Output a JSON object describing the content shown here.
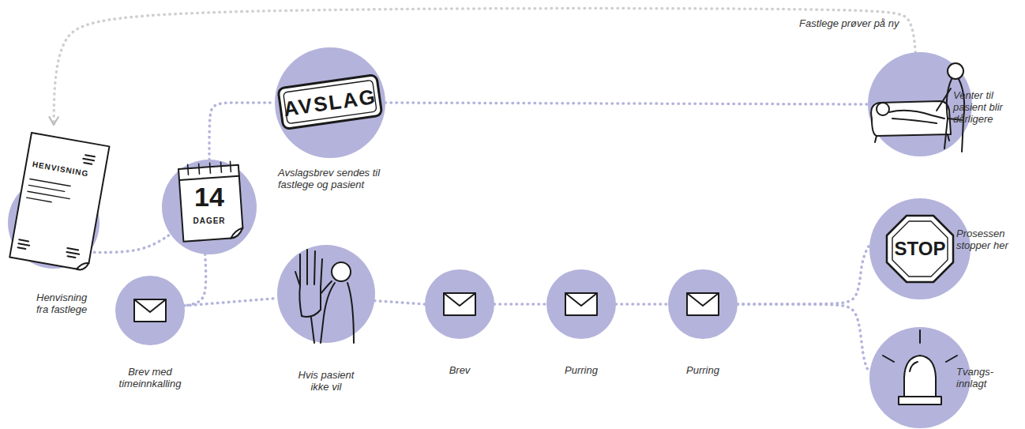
{
  "diagram": {
    "nodes": [
      {
        "text": [
          "HENVISNING",
          "Henvisning fra fastlege"
        ]
      },
      {
        "text": [
          "14",
          "DAGER"
        ]
      },
      {
        "text": [
          "AVSLAG",
          "Avslagsbrev sendes til fastlege og pasient"
        ]
      },
      {
        "text": [
          "Venter til pasient blir dårligere"
        ]
      },
      {
        "text": [
          "Brev med timeinnkalling"
        ]
      },
      {
        "text": [
          "Hvis pasient ikke vil"
        ]
      },
      {
        "text": [
          "Brev"
        ]
      },
      {
        "text": [
          "Purring"
        ]
      },
      {
        "text": [
          "Purring"
        ]
      },
      {
        "text": [
          "STOP",
          "Prosessen stopper her"
        ]
      },
      {
        "text": [
          "Tvangs- innlagt"
        ]
      }
    ],
    "edges": [
      {
        "from": 0,
        "to": 1,
        "arrow": "none"
      },
      {
        "from": 1,
        "to": 2,
        "arrow": "none"
      },
      {
        "from": 2,
        "to": 3,
        "arrow": "none"
      },
      {
        "from": 3,
        "to": 0,
        "label": "Fastlege prøver på ny",
        "arrow": "to"
      },
      {
        "from": 1,
        "to": 4,
        "arrow": "none"
      },
      {
        "from": 4,
        "to": 5,
        "arrow": "none"
      },
      {
        "from": 5,
        "to": 6,
        "arrow": "none"
      },
      {
        "from": 6,
        "to": 7,
        "arrow": "none"
      },
      {
        "from": 7,
        "to": 8,
        "arrow": "none"
      },
      {
        "from": 8,
        "to": 9,
        "arrow": "none"
      },
      {
        "from": 8,
        "to": 10,
        "arrow": "none"
      }
    ]
  }
}
